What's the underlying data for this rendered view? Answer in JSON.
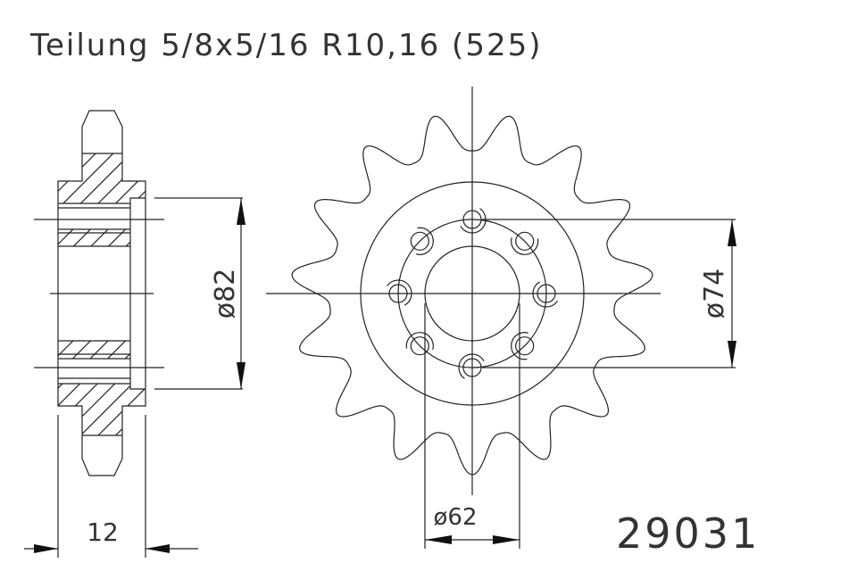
{
  "title": "Teilung 5/8x5/16 R10,16 (525)",
  "part_number": "29031",
  "dimensions": {
    "width": "12",
    "outer_hub_diameter": "ø82",
    "bolt_circle_diameter": "ø74",
    "bore_diameter": "ø62"
  },
  "sprocket": {
    "teeth": 15,
    "bolt_holes": 8
  },
  "line_color": "#222222"
}
